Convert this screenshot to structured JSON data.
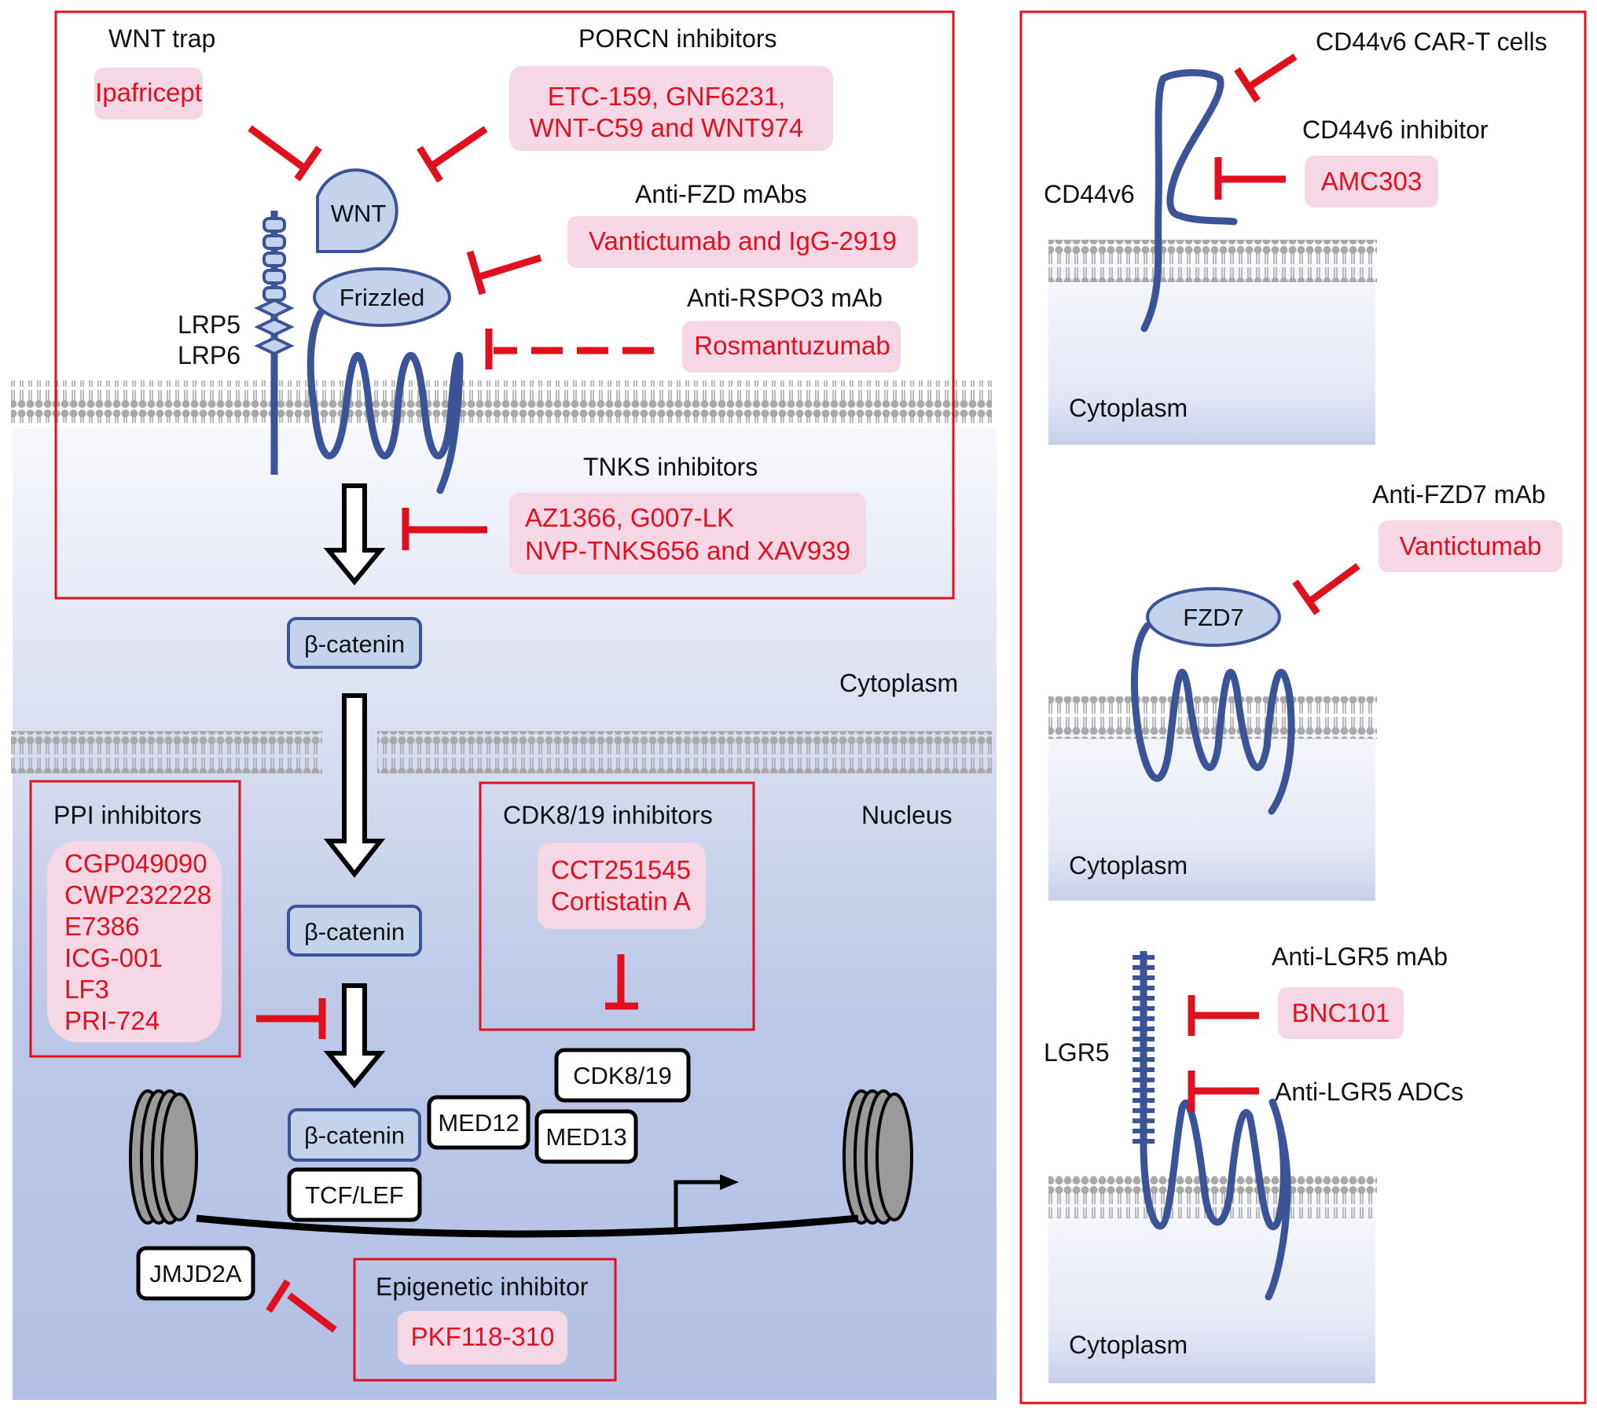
{
  "colors": {
    "inhibitor_red": "#e0101e",
    "drug_box_fill": "#f6d7e6",
    "protein_blue": "#3b5497",
    "protein_fill": "#c4d3ec",
    "membrane_gray": "#a9a9a9",
    "cytoplasm_top": "#eef0f8",
    "nucleus_fill": "#b4c3e6"
  },
  "left_panel": {
    "wnt_trap": {
      "title": "WNT trap",
      "drugs": [
        "Ipafricept"
      ]
    },
    "porcn": {
      "title": "PORCN inhibitors",
      "drugs": [
        "ETC-159, GNF6231,",
        "WNT-C59 and WNT974"
      ]
    },
    "anti_fzd": {
      "title": "Anti-FZD mAbs",
      "drugs": [
        "Vantictumab and IgG-2919"
      ]
    },
    "anti_rspo3": {
      "title": "Anti-RSPO3 mAb",
      "drugs": [
        "Rosmantuzumab"
      ]
    },
    "tnks": {
      "title": "TNKS inhibitors",
      "drugs": [
        "AZ1366, G007-LK",
        "NVP-TNKS656 and XAV939"
      ]
    },
    "ppi": {
      "title": "PPI inhibitors",
      "drugs": [
        "CGP049090",
        "CWP232228",
        "E7386",
        "ICG-001",
        "LF3",
        "PRI-724"
      ]
    },
    "cdk": {
      "title": "CDK8/19 inhibitors",
      "drugs": [
        "CCT251545",
        "Cortistatin A"
      ]
    },
    "epigenetic": {
      "title": "Epigenetic inhibitor",
      "drugs": [
        "PKF118-310"
      ]
    },
    "proteins": {
      "wnt": "WNT",
      "frizzled": "Frizzled",
      "lrp5": "LRP5",
      "lrp6": "LRP6",
      "beta_catenin": "β-catenin",
      "med12": "MED12",
      "med13": "MED13",
      "cdk819": "CDK8/19",
      "tcf_lef": "TCF/LEF",
      "jmjd2a": "JMJD2A"
    },
    "compartments": {
      "cytoplasm": "Cytoplasm",
      "nucleus": "Nucleus"
    }
  },
  "right_panel": {
    "cd44": {
      "protein": "CD44v6",
      "car_t": "CD44v6 CAR-T cells",
      "inhibitor_title": "CD44v6 inhibitor",
      "drugs": [
        "AMC303"
      ],
      "compartment": "Cytoplasm"
    },
    "fzd7": {
      "protein": "FZD7",
      "title": "Anti-FZD7 mAb",
      "drugs": [
        "Vantictumab"
      ],
      "compartment": "Cytoplasm"
    },
    "lgr5": {
      "protein": "LGR5",
      "mab_title": "Anti-LGR5 mAb",
      "drugs": [
        "BNC101"
      ],
      "adc_label": "Anti-LGR5 ADCs",
      "compartment": "Cytoplasm"
    }
  }
}
